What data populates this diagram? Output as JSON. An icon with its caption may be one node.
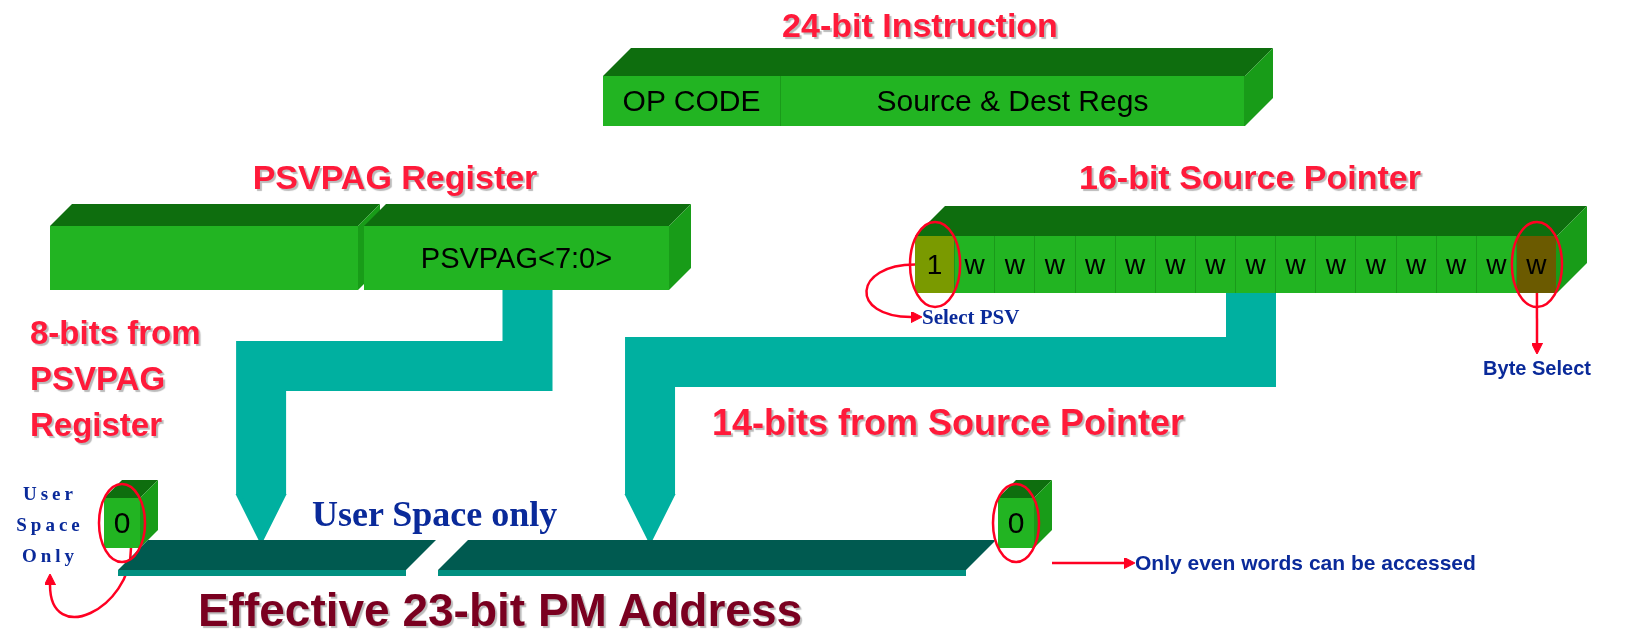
{
  "diagram": {
    "nodes": [
      {
        "text": [
          "24-bit Instruction"
        ]
      },
      {
        "text": [
          "OP CODE"
        ],
        "in": 0
      },
      {
        "text": [
          "Source & Dest Regs"
        ],
        "in": 0
      },
      {
        "text": [
          "PSVPAG Register"
        ]
      },
      {
        "text": [],
        "shape": "box",
        "in": 3
      },
      {
        "text": [
          "PSVPAG<7:0>"
        ],
        "in": 3
      },
      {
        "text": [
          "16-bit Source Pointer"
        ]
      },
      {
        "text": [
          "1"
        ],
        "in": 6
      },
      {
        "text": [
          "w"
        ],
        "in": 6
      },
      {
        "text": [
          "w"
        ],
        "in": 6
      },
      {
        "text": [
          "w"
        ],
        "in": 6
      },
      {
        "text": [
          "w"
        ],
        "in": 6
      },
      {
        "text": [
          "w"
        ],
        "in": 6
      },
      {
        "text": [
          "w"
        ],
        "in": 6
      },
      {
        "text": [
          "w"
        ],
        "in": 6
      },
      {
        "text": [
          "w"
        ],
        "in": 6
      },
      {
        "text": [
          "w"
        ],
        "in": 6
      },
      {
        "text": [
          "w"
        ],
        "in": 6
      },
      {
        "text": [
          "w"
        ],
        "in": 6
      },
      {
        "text": [
          "w"
        ],
        "in": 6
      },
      {
        "text": [
          "w"
        ],
        "in": 6
      },
      {
        "text": [
          "w"
        ],
        "in": 6
      },
      {
        "text": [
          "w"
        ],
        "in": 6
      },
      {
        "text": [
          "Select PSV"
        ]
      },
      {
        "text": [
          "Byte Select"
        ]
      },
      {
        "text": [
          "Effective 23-bit PM Address"
        ]
      },
      {
        "text": [
          "0"
        ],
        "in": 25
      },
      {
        "text": [],
        "shape": "bar",
        "in": 25
      },
      {
        "text": [],
        "shape": "bar",
        "in": 25
      },
      {
        "text": [
          "0"
        ],
        "in": 25
      },
      {
        "text": [
          "User Space Only"
        ]
      },
      {
        "text": [
          "Only even words can be accessed"
        ]
      }
    ],
    "edges": [
      {
        "from": 5,
        "to": 27,
        "arrow": "to",
        "label": "8-bits from PSVPAG Register",
        "style": "thick",
        "color": "#00b0a0"
      },
      {
        "from": 6,
        "to": 28,
        "arrow": "to",
        "label": "14-bits from Source Pointer",
        "style": "thick",
        "color": "#00b0a0"
      },
      {
        "from": 7,
        "to": 23,
        "arrow": "to"
      },
      {
        "from": 22,
        "to": 24,
        "arrow": "to"
      },
      {
        "from": 26,
        "to": 30,
        "arrow": "to"
      },
      {
        "from": 29,
        "to": 31,
        "arrow": "to"
      }
    ],
    "labels": [
      "User Space only"
    ]
  }
}
